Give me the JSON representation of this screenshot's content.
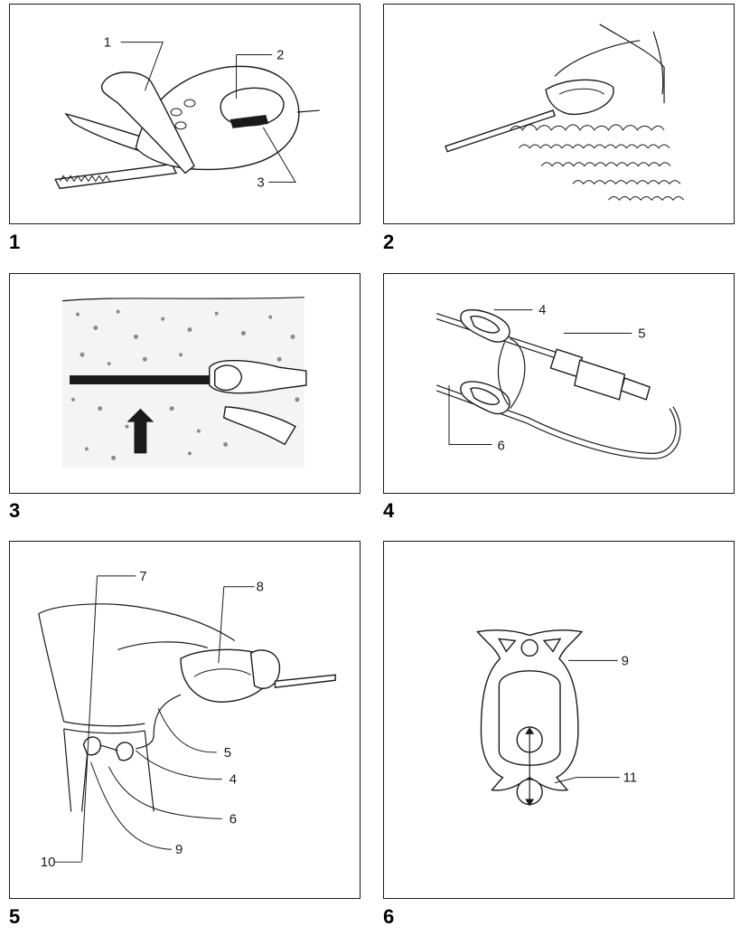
{
  "figures": [
    {
      "number": "1",
      "callouts": [
        "1",
        "2",
        "3"
      ]
    },
    {
      "number": "2",
      "callouts": []
    },
    {
      "number": "3",
      "callouts": []
    },
    {
      "number": "4",
      "callouts": [
        "4",
        "5",
        "6"
      ]
    },
    {
      "number": "5",
      "callouts": [
        "7",
        "8",
        "5",
        "4",
        "6",
        "9",
        "10"
      ]
    },
    {
      "number": "6",
      "callouts": [
        "9",
        "11"
      ]
    }
  ],
  "colors": {
    "ink": "#1a1a1a",
    "background": "#ffffff"
  }
}
